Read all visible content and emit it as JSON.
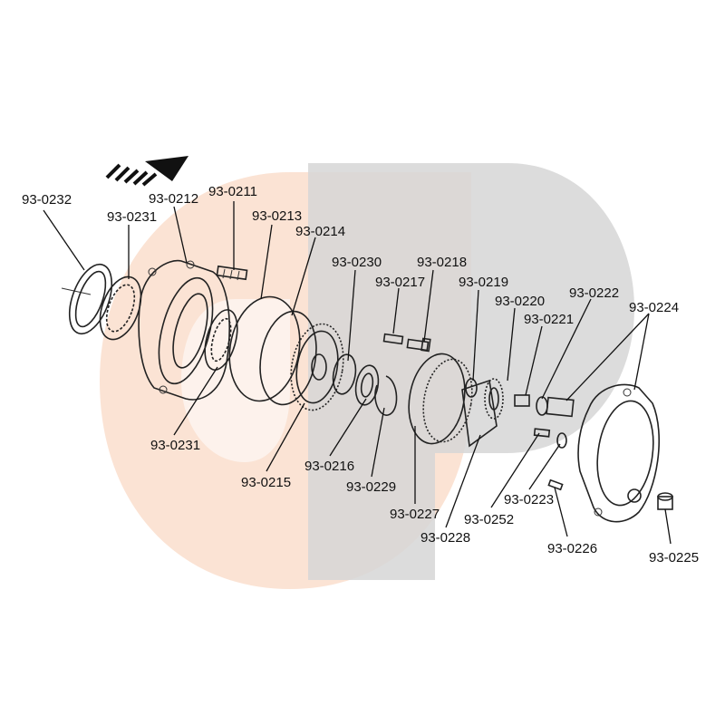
{
  "diagram": {
    "watermark_colors": {
      "orange": "#fbe3d4",
      "gray": "#d6d6d6"
    },
    "direction_arrow": "forward-arrow",
    "labels": [
      "93-0232",
      "93-0231",
      "93-0212",
      "93-0211",
      "93-0213",
      "93-0214",
      "93-0230",
      "93-0218",
      "93-0217",
      "93-0219",
      "93-0220",
      "93-0222",
      "93-0221",
      "93-0224",
      "93-0231",
      "93-0215",
      "93-0216",
      "93-0229",
      "93-0227",
      "93-0228",
      "93-0252",
      "93-0223",
      "93-0226",
      "93-0225"
    ]
  }
}
